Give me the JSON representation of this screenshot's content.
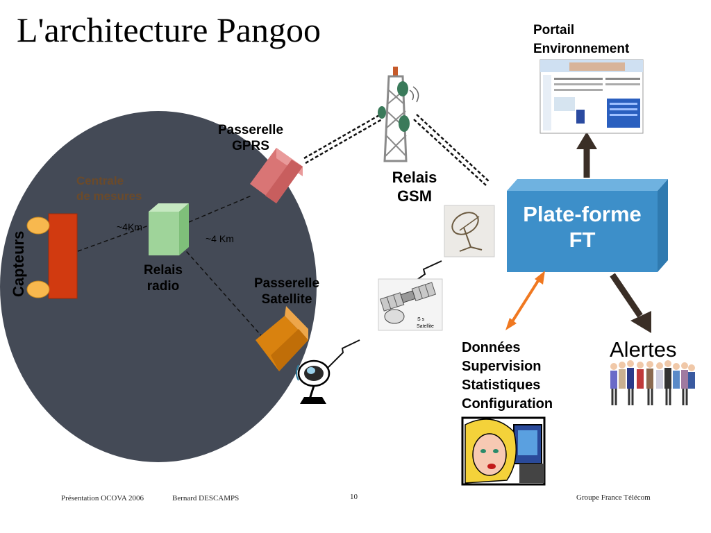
{
  "title": "L'architecture Pangoo",
  "labels": {
    "capteurs": "Capteurs",
    "centrale": [
      "Centrale",
      "de mesures"
    ],
    "dist_left": "~4Km",
    "dist_right": "~4 Km",
    "relais_radio": [
      "Relais",
      "radio"
    ],
    "passerelle_gprs": [
      "Passerelle",
      "GPRS"
    ],
    "passerelle_sat": [
      "Passerelle",
      "Satellite"
    ],
    "relais_gsm": [
      "Relais",
      "GSM"
    ],
    "portail": [
      "Portail",
      "Environnement"
    ],
    "plateforme": [
      "Plate-forme",
      "FT"
    ],
    "satellite_tag": [
      "S s",
      "Satellite"
    ],
    "data_list": [
      "Données",
      "Supervision",
      "Statistiques",
      "Configuration"
    ],
    "alertes": "Alertes"
  },
  "footer": {
    "left": "Présentation OCOVA 2006",
    "author": "Bernard DESCAMPS",
    "page": "10",
    "right": "Groupe France Télécom"
  },
  "colors": {
    "circle": "#444a56",
    "centrale_label": "#6b4a2a",
    "capteur_bar": "#d13a10",
    "capteur_dot": "#f8b84e",
    "relais_cube": "#9fd49a",
    "gprs_cube": "#d97575",
    "sat_cube": "#d9820f",
    "plateforme": "#3d8fc9",
    "arrow_dark": "#3a2e26",
    "arrow_orange": "#f07820"
  }
}
